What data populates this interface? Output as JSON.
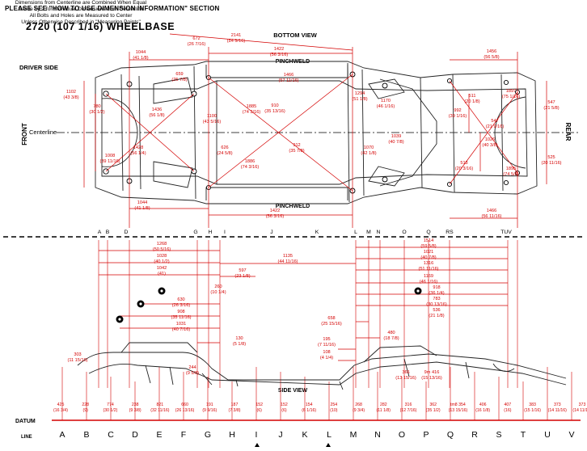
{
  "header": {
    "note_left": "PLEASE SEE \"HOW TO USE DIMENSION INFORMATION\" SECTION",
    "title": "2720  (107 1/16)  WHEELBASE",
    "note_right": [
      "Dimensions from Centerline are Combined When Equal",
      "Divide by 2 for Individual Dimensions from Centerline",
      "All Bolts and Holes are Measured to Center",
      "Unless Otherwise Described in \"Measuring Points\""
    ]
  },
  "bottom_view": {
    "label": "BOTTOM VIEW",
    "driver_side": "DRIVER SIDE",
    "front": "FRONT",
    "rear": "REAR",
    "centerline": "Centerline",
    "pinchweld_top": "PINCHWELD",
    "pinchweld_bottom": "PINCHWELD",
    "dims": [
      {
        "v": "672",
        "f": "(26 7/16)"
      },
      {
        "v": "2141",
        "f": "(84 5/16)"
      },
      {
        "v": "1044",
        "f": "(41 1/8)"
      },
      {
        "v": "1422",
        "f": "(56 3/16)"
      },
      {
        "v": "1456",
        "f": "(56 5/8)"
      },
      {
        "v": "1102",
        "f": "(43 3/8)"
      },
      {
        "v": "780",
        "f": "(30 1/2)"
      },
      {
        "v": "659",
        "f": "(25 7/8)"
      },
      {
        "v": "1436",
        "f": "(56 1/8)"
      },
      {
        "v": "1428",
        "f": "(56 1/4)"
      },
      {
        "v": "1008",
        "f": "(39 11/16)"
      },
      {
        "v": "1100",
        "f": "(43 5/16)"
      },
      {
        "v": "626",
        "f": "(24 5/8)"
      },
      {
        "v": "1885",
        "f": "(74 3/16)"
      },
      {
        "v": "910",
        "f": "(35 13/16)"
      },
      {
        "v": "1466",
        "f": "(57 11/16)"
      },
      {
        "v": "1886",
        "f": "(74 3/16)"
      },
      {
        "v": "912",
        "f": "(35 7/8)"
      },
      {
        "v": "1294",
        "f": "(51 1/8)"
      },
      {
        "v": "1170",
        "f": "(46 1/16)"
      },
      {
        "v": "1070",
        "f": "(42 1/8)"
      },
      {
        "v": "1039",
        "f": "(40 7/8)"
      },
      {
        "v": "992",
        "f": "(39 1/16)"
      },
      {
        "v": "511",
        "f": "(20 1/8)"
      },
      {
        "v": "1897",
        "f": "(75 1/16)"
      },
      {
        "v": "547",
        "f": "(21 9/16)"
      },
      {
        "v": "1026",
        "f": "(40 3/8)"
      },
      {
        "v": "513",
        "f": "(20 3/16)"
      },
      {
        "v": "1895",
        "f": "(74 5/8)"
      },
      {
        "v": "547",
        "f": "(21 5/8)"
      },
      {
        "v": "525",
        "f": "(20 11/16)"
      },
      {
        "v": "1044",
        "f": "(41 1/8)"
      },
      {
        "v": "1422",
        "f": "(56 3/16)"
      },
      {
        "v": "1466",
        "f": "(56 11/16)"
      }
    ],
    "letters": [
      "A",
      "B",
      "D",
      "G",
      "H",
      "I",
      "J",
      "K",
      "L",
      "M",
      "N",
      "O",
      "Q",
      "RS",
      "TUV"
    ]
  },
  "side_view": {
    "label": "SIDE VIEW",
    "datum_label": "DATUM",
    "line_label": "LINE",
    "dims": [
      {
        "v": "1268",
        "f": "(50 5/16)"
      },
      {
        "v": "1028",
        "f": "(40 1/2)"
      },
      {
        "v": "1042",
        "f": "(41)"
      },
      {
        "v": "1135",
        "f": "(44 11/16)"
      },
      {
        "v": "597",
        "f": "(23 1/8)"
      },
      {
        "v": "260",
        "f": "(10 1/4)"
      },
      {
        "v": "1514",
        "f": "(59 5/8)"
      },
      {
        "v": "1021",
        "f": "(40 7/8)"
      },
      {
        "v": "1316",
        "f": "(51 11/16)"
      },
      {
        "v": "1169",
        "f": "(46 1/16)"
      },
      {
        "v": "918",
        "f": "(36 1/4)"
      },
      {
        "v": "783",
        "f": "(30 13/16)"
      },
      {
        "v": "536",
        "f": "(21 1/8)"
      },
      {
        "v": "630",
        "f": "(26 3/16)"
      },
      {
        "v": "908",
        "f": "(35 11/16)"
      },
      {
        "v": "1031",
        "f": "(40 7/16)"
      },
      {
        "v": "130",
        "f": "(5 1/8)"
      },
      {
        "v": "658",
        "f": "(25 15/16)"
      },
      {
        "v": "480",
        "f": "(18 7/8)"
      },
      {
        "v": "195",
        "f": "(7 11/16)"
      },
      {
        "v": "108",
        "f": "(4 1/4)"
      },
      {
        "v": "303",
        "f": "(11 15/16)"
      },
      {
        "v": "244",
        "f": "(9 5/8)"
      },
      {
        "v": "366",
        "f": "(13 15/16)"
      },
      {
        "v": "9m 416",
        "f": "(15 13/16)"
      }
    ],
    "datum": [
      {
        "v": "425",
        "f": "(16 3/4)"
      },
      {
        "v": "228",
        "f": "(9)"
      },
      {
        "v": "774",
        "f": "(30 1/2)"
      },
      {
        "v": "238",
        "f": "(9 3/8)"
      },
      {
        "v": "821",
        "f": "(32 11/16)"
      },
      {
        "v": "660",
        "f": "(26 13/16)"
      },
      {
        "v": "191",
        "f": "(9 9/16)"
      },
      {
        "v": "187",
        "f": "(7 3/8)"
      },
      {
        "v": "152",
        "f": "(6)"
      },
      {
        "v": "152",
        "f": "(6)"
      },
      {
        "v": "154",
        "f": "(6 1/16)"
      },
      {
        "v": "254",
        "f": "(10)"
      },
      {
        "v": "268",
        "f": "(9 3/4)"
      },
      {
        "v": "282",
        "f": "(11 1/8)"
      },
      {
        "v": "316",
        "f": "(12 7/16)"
      },
      {
        "v": "362",
        "f": "(35 1/2)"
      },
      {
        "v": "tm8 354",
        "f": "(13 15/16)"
      },
      {
        "v": "406",
        "f": "(16 1/8)"
      },
      {
        "v": "407",
        "f": "(16)"
      },
      {
        "v": "383",
        "f": "(15 1/16)"
      },
      {
        "v": "373",
        "f": "(14 11/16)"
      },
      {
        "v": "373",
        "f": "(14 11/16)"
      }
    ],
    "line_letters": [
      "A",
      "B",
      "C",
      "D",
      "E",
      "F",
      "G",
      "H",
      "I",
      "J",
      "K",
      "L",
      "M",
      "N",
      "O",
      "P",
      "Q",
      "R",
      "S",
      "T",
      "U",
      "V"
    ]
  },
  "colors": {
    "dimension": "#d40000",
    "frame": "#000000",
    "background": "#ffffff"
  }
}
